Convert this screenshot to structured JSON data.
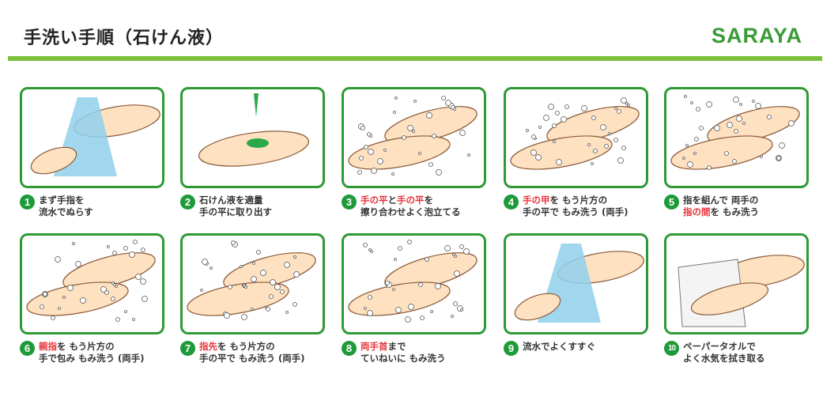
{
  "header": {
    "title": "手洗い手順（石けん液）",
    "logo": "SARAYA"
  },
  "colors": {
    "green": "#2f9a35",
    "rule": "#7bbf3a",
    "red": "#e8343a",
    "skin": "#fde1c0",
    "water": "#8fd0ec"
  },
  "steps": [
    {
      "num": "1",
      "illustration": "hand-under-water",
      "lines": [
        [
          {
            "t": "まず手指を",
            "r": false
          }
        ],
        [
          {
            "t": "流水でぬらす",
            "r": false
          }
        ]
      ]
    },
    {
      "num": "2",
      "illustration": "soap-dispense",
      "lines": [
        [
          {
            "t": "石けん液を適量",
            "r": false
          }
        ],
        [
          {
            "t": "手の平に取り出す",
            "r": false
          }
        ]
      ]
    },
    {
      "num": "3",
      "illustration": "palms-rubbing",
      "lines": [
        [
          {
            "t": "手の平",
            "r": true
          },
          {
            "t": "と",
            "r": false
          },
          {
            "t": "手の平",
            "r": true
          },
          {
            "t": "を",
            "r": false
          }
        ],
        [
          {
            "t": "擦り合わせよく泡立てる",
            "r": false
          }
        ]
      ]
    },
    {
      "num": "4",
      "illustration": "back-of-hand",
      "lines": [
        [
          {
            "t": "手の甲",
            "r": true
          },
          {
            "t": "を もう片方の",
            "r": false
          }
        ],
        [
          {
            "t": "手の平で もみ洗う (両手)",
            "r": false
          }
        ]
      ]
    },
    {
      "num": "5",
      "illustration": "interlaced-fingers",
      "lines": [
        [
          {
            "t": "指を組んで 両手の",
            "r": false
          }
        ],
        [
          {
            "t": "指の間",
            "r": true
          },
          {
            "t": "を もみ洗う",
            "r": false
          }
        ]
      ]
    },
    {
      "num": "6",
      "illustration": "thumb-wash",
      "lines": [
        [
          {
            "t": "親指",
            "r": true
          },
          {
            "t": "を もう片方の",
            "r": false
          }
        ],
        [
          {
            "t": "手で包み もみ洗う (両手)",
            "r": false
          }
        ]
      ]
    },
    {
      "num": "7",
      "illustration": "fingertips",
      "lines": [
        [
          {
            "t": "指先",
            "r": true
          },
          {
            "t": "を もう片方の",
            "r": false
          }
        ],
        [
          {
            "t": "手の平で もみ洗う (両手)",
            "r": false
          }
        ]
      ]
    },
    {
      "num": "8",
      "illustration": "wrists",
      "lines": [
        [
          {
            "t": "両手首",
            "r": true
          },
          {
            "t": "まで",
            "r": false
          }
        ],
        [
          {
            "t": "ていねいに もみ洗う",
            "r": false
          }
        ]
      ]
    },
    {
      "num": "9",
      "illustration": "rinse",
      "lines": [
        [
          {
            "t": "流水でよくすすぐ",
            "r": false
          }
        ]
      ]
    },
    {
      "num": "10",
      "illustration": "paper-towel",
      "lines": [
        [
          {
            "t": "ペーパータオルで",
            "r": false
          }
        ],
        [
          {
            "t": "よく水気を拭き取る",
            "r": false
          }
        ]
      ]
    }
  ]
}
